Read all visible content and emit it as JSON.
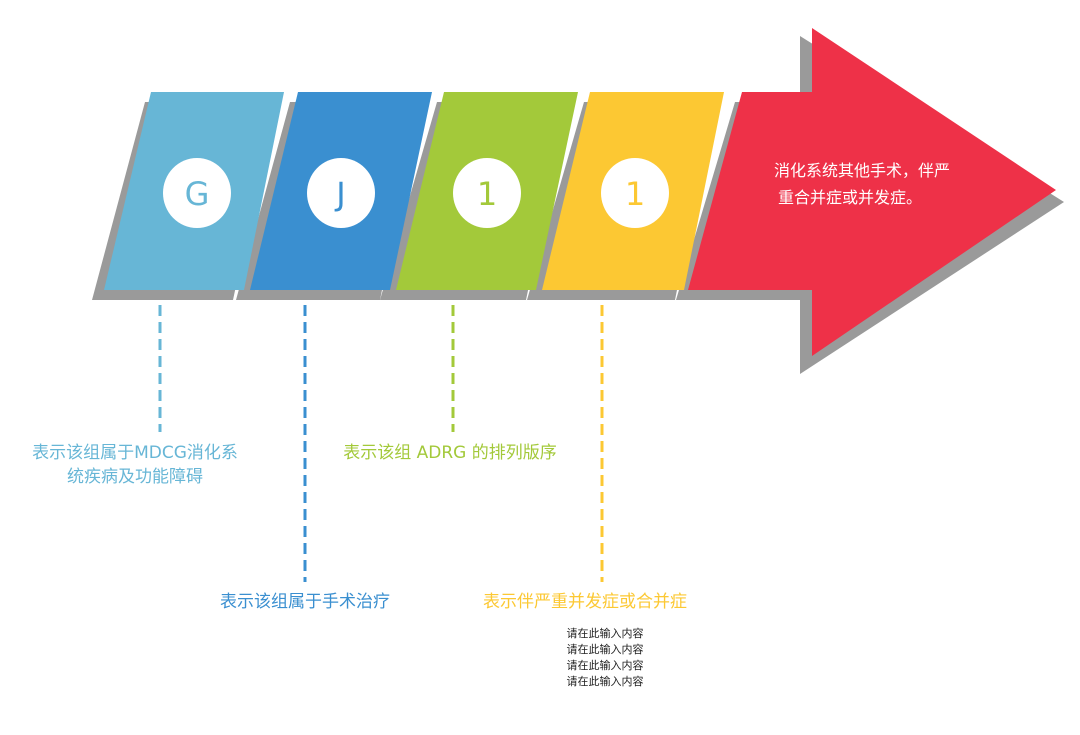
{
  "colors": {
    "blue_light": "#67b6d6",
    "blue": "#3a8fd0",
    "green": "#a3c93a",
    "yellow": "#fcc833",
    "red": "#ee3148",
    "shadow": "#9a9a9a"
  },
  "segments": [
    {
      "code": "G",
      "color": "#67b6d6",
      "description": [
        "表示该组属于MDCG消化系",
        "统疾病及功能障碍"
      ]
    },
    {
      "code": "J",
      "color": "#3a8fd0",
      "description": [
        "表示该组属于手术治疗"
      ]
    },
    {
      "code": "1",
      "color": "#a3c93a",
      "description": [
        "表示该组 ADRG 的排列版序"
      ]
    },
    {
      "code": "1",
      "color": "#fcc833",
      "description": [
        "表示伴严重并发症或合并症"
      ]
    }
  ],
  "arrow": {
    "color": "#ee3148",
    "text": [
      "消化系统其他手术，伴严",
      "重合并症或并发症。"
    ]
  },
  "notes": [
    "请在此输入内容",
    "请在此输入内容",
    "请在此输入内容",
    "请在此输入内容"
  ]
}
